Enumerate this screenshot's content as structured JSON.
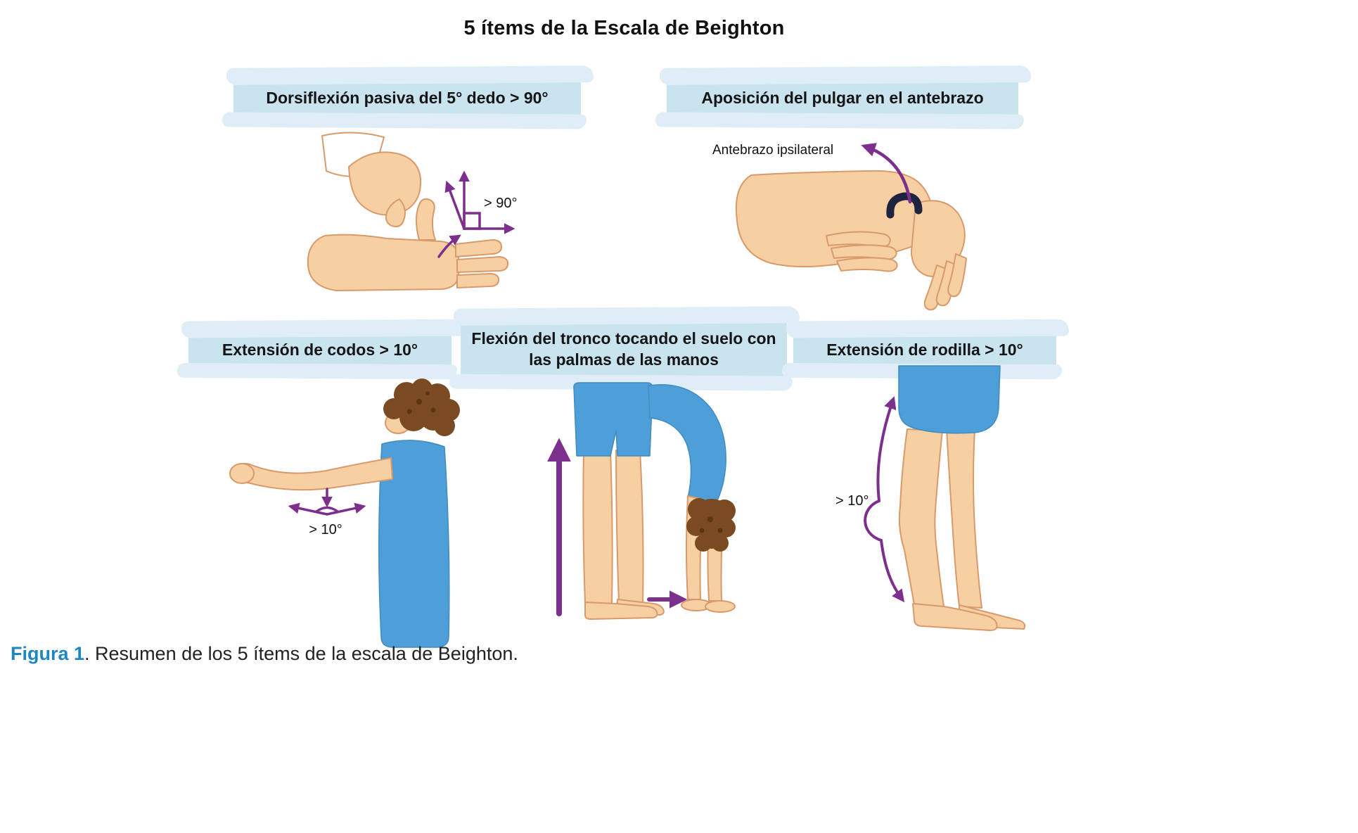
{
  "title": "5 ítems de la Escala de Beighton",
  "panels": [
    {
      "label": "Dorsiflexión pasiva del 5° dedo > 90°",
      "annotation": "> 90°"
    },
    {
      "label": "Aposición del pulgar en el antebrazo",
      "annotation": "Antebrazo ipsilateral"
    },
    {
      "label": "Extensión de codos > 10°",
      "annotation": "> 10°"
    },
    {
      "label": "Flexión del tronco tocando el suelo con las palmas de las manos",
      "annotation": ""
    },
    {
      "label": "Extensión de rodilla > 10°",
      "annotation": "> 10°"
    }
  ],
  "caption": {
    "figure_label": "Figura 1",
    "text": ". Resumen de los 5 ítems de la escala de Beighton."
  },
  "colors": {
    "highlight_blue": "#c9e3ef",
    "highlight_blue_light": "#dfeef6",
    "arrow_purple": "#7d2f8e",
    "skin": "#f6cfa3",
    "skin_outline": "#d89a6b",
    "clothing_blue": "#4e9ed7",
    "hair_brown": "#7a4b22",
    "thumb_dark": "#1e2440",
    "caption_accent": "#1f86c2",
    "text_dark": "#1a1a1a"
  }
}
